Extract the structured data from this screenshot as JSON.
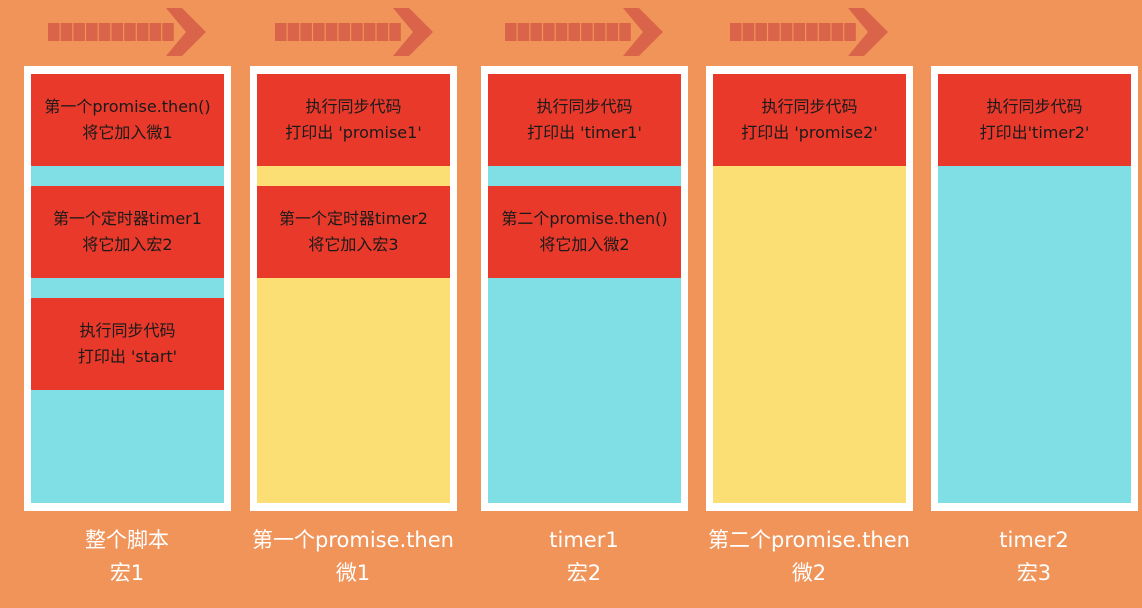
{
  "colors": {
    "background": "#f0945a",
    "block": "#e8392b",
    "macro": "#80dfe5",
    "micro": "#fbdf75",
    "arrow": "#d9644a"
  },
  "columns": [
    {
      "fill": "#80dfe5",
      "blocks": [
        [
          "第一个promise.then()",
          "将它加入微1"
        ],
        [
          "第一个定时器timer1",
          "将它加入宏2"
        ],
        [
          "执行同步代码",
          "打印出 'start'"
        ]
      ],
      "label": [
        "整个脚本",
        "宏1"
      ]
    },
    {
      "fill": "#fbdf75",
      "blocks": [
        [
          "执行同步代码",
          "打印出 'promise1'"
        ],
        [
          "第一个定时器timer2",
          "将它加入宏3"
        ]
      ],
      "label": [
        "第一个promise.then",
        "微1"
      ]
    },
    {
      "fill": "#80dfe5",
      "blocks": [
        [
          "执行同步代码",
          "打印出 'timer1'"
        ],
        [
          "第二个promise.then()",
          "将它加入微2"
        ]
      ],
      "label": [
        "timer1",
        "宏2"
      ]
    },
    {
      "fill": "#fbdf75",
      "blocks": [
        [
          "执行同步代码",
          "打印出 'promise2'"
        ]
      ],
      "label": [
        "第二个promise.then",
        "微2"
      ]
    },
    {
      "fill": "#80dfe5",
      "blocks": [
        [
          "执行同步代码",
          "打印出'timer2'"
        ]
      ],
      "label": [
        "timer2",
        "宏3"
      ]
    }
  ]
}
